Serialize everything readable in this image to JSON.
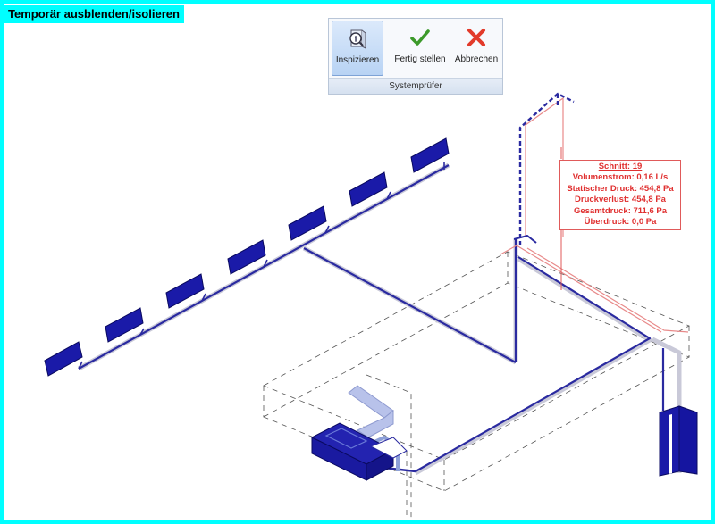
{
  "banner": {
    "text": "Temporär ausblenden/isolieren"
  },
  "ribbon": {
    "buttons": [
      {
        "label": "Inspizieren",
        "icon": "inspect-icon"
      },
      {
        "label": "Fertig stellen",
        "icon": "checkmark-icon"
      },
      {
        "label": "Abbrechen",
        "icon": "cancel-x-icon"
      }
    ],
    "group_label": "Systemprüfer"
  },
  "section_info": {
    "title": "Schnitt: 19",
    "lines": [
      "Volumenstrom: 0,16 L/s",
      "Statischer Druck: 454,8 Pa",
      "Druckverlust: 454,8 Pa",
      "Gesamtdruck: 711,6 Pa",
      "Überdruck: 0,0 Pa"
    ]
  },
  "colors": {
    "frame": "#00ffff",
    "radiator": "#1a1aa8",
    "pipe_highlight": "#e88a8a",
    "pipe_active": "#2a2aa0",
    "info_red": "#e03030"
  }
}
